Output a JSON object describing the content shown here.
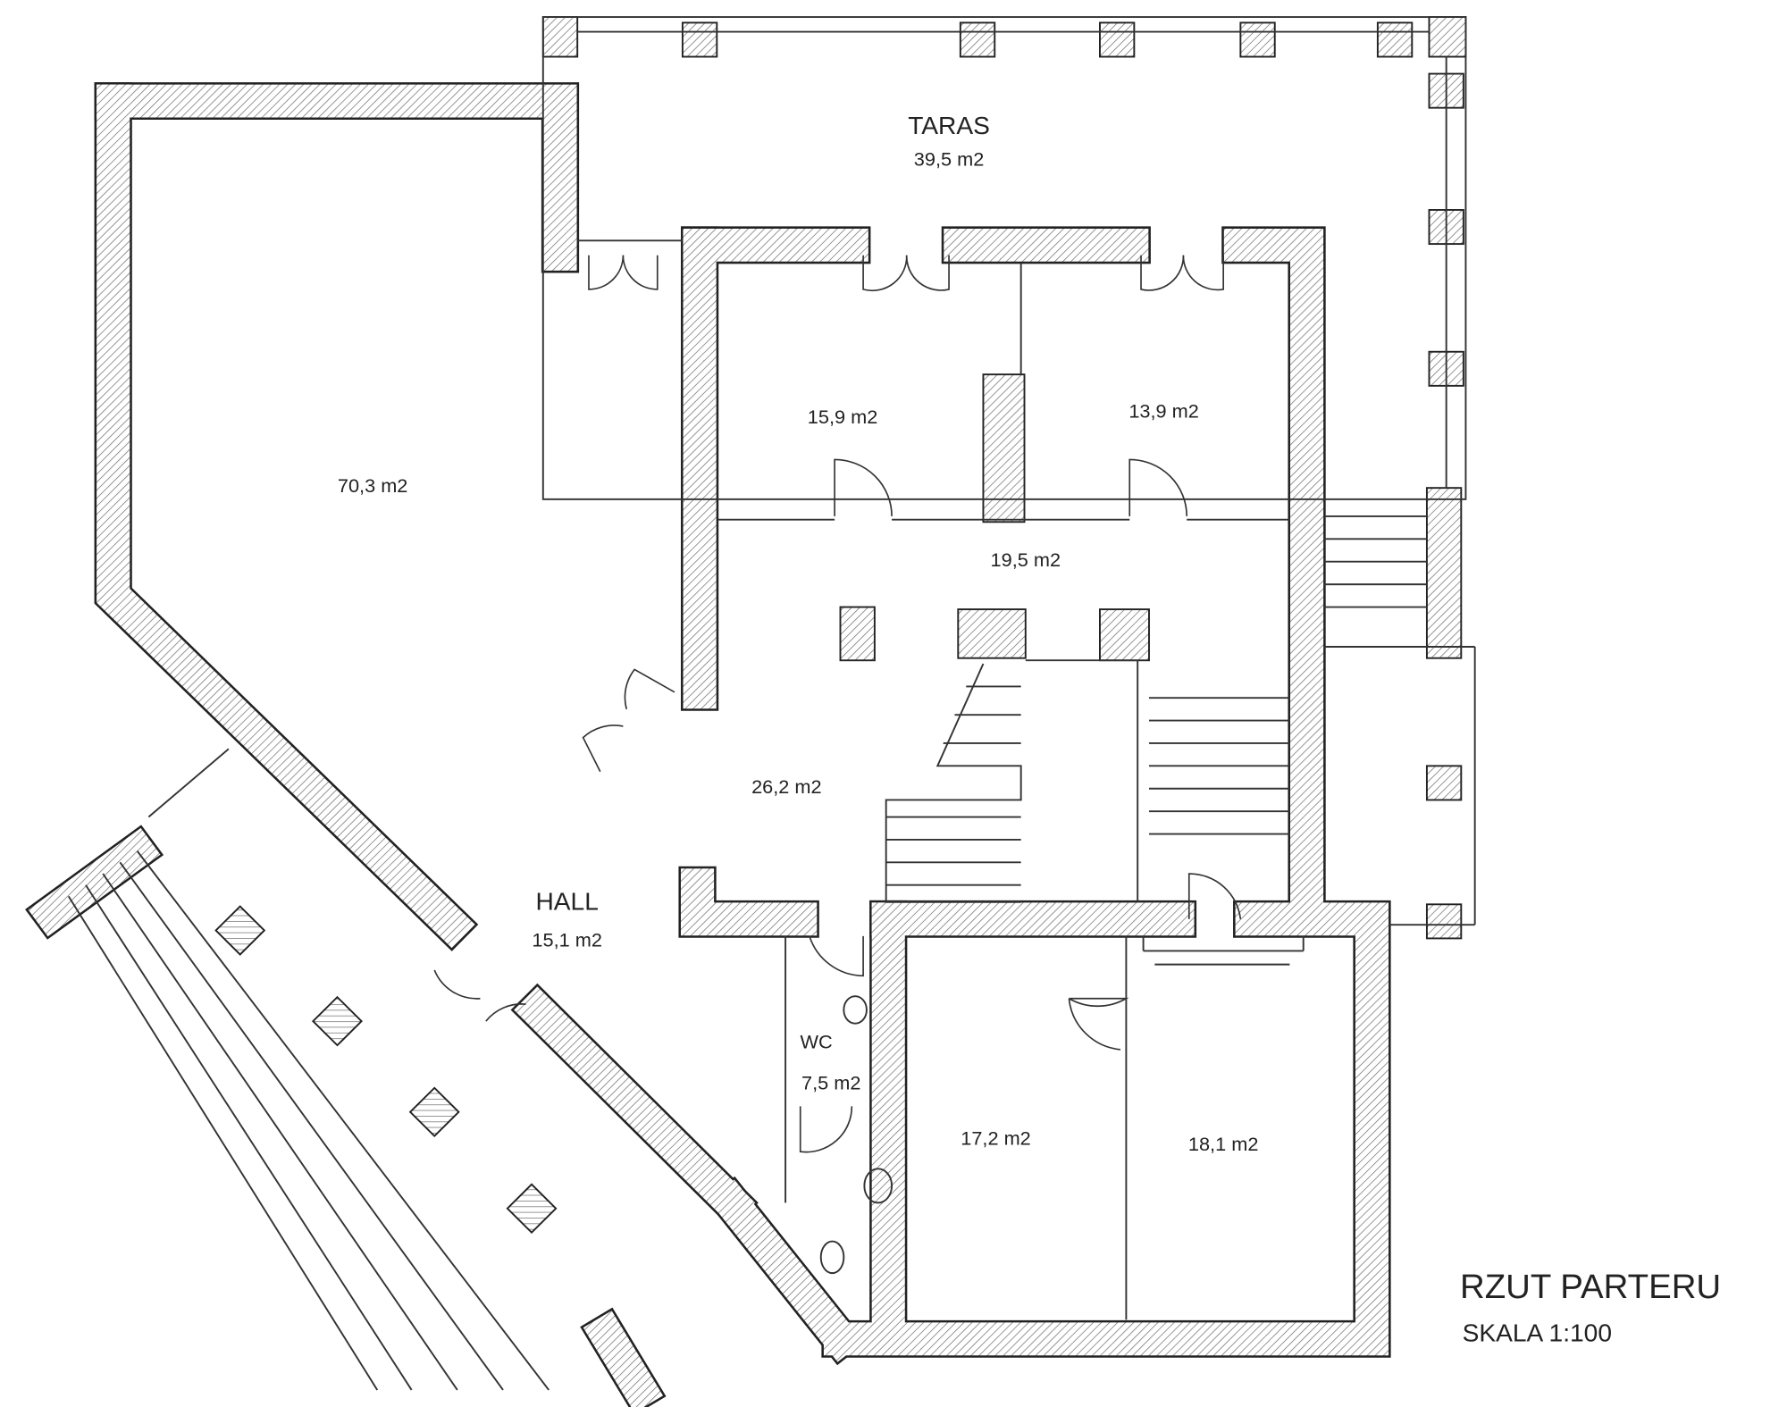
{
  "drawing": {
    "title": "RZUT PARTERU",
    "scale": "SKALA 1:100",
    "wall_color": "#2a2a2a",
    "hatch_color": "#777777"
  },
  "rooms": [
    {
      "name": "TARAS",
      "area": "39,5 m2"
    },
    {
      "area": "70,3 m2"
    },
    {
      "area": "15,9 m2"
    },
    {
      "area": "13,9 m2"
    },
    {
      "area": "19,5 m2"
    },
    {
      "area": "26,2 m2"
    },
    {
      "name": "HALL",
      "area": "15,1 m2"
    },
    {
      "name": "WC",
      "area": "7,5 m2"
    },
    {
      "area": "17,2 m2"
    },
    {
      "area": "18,1 m2"
    }
  ]
}
